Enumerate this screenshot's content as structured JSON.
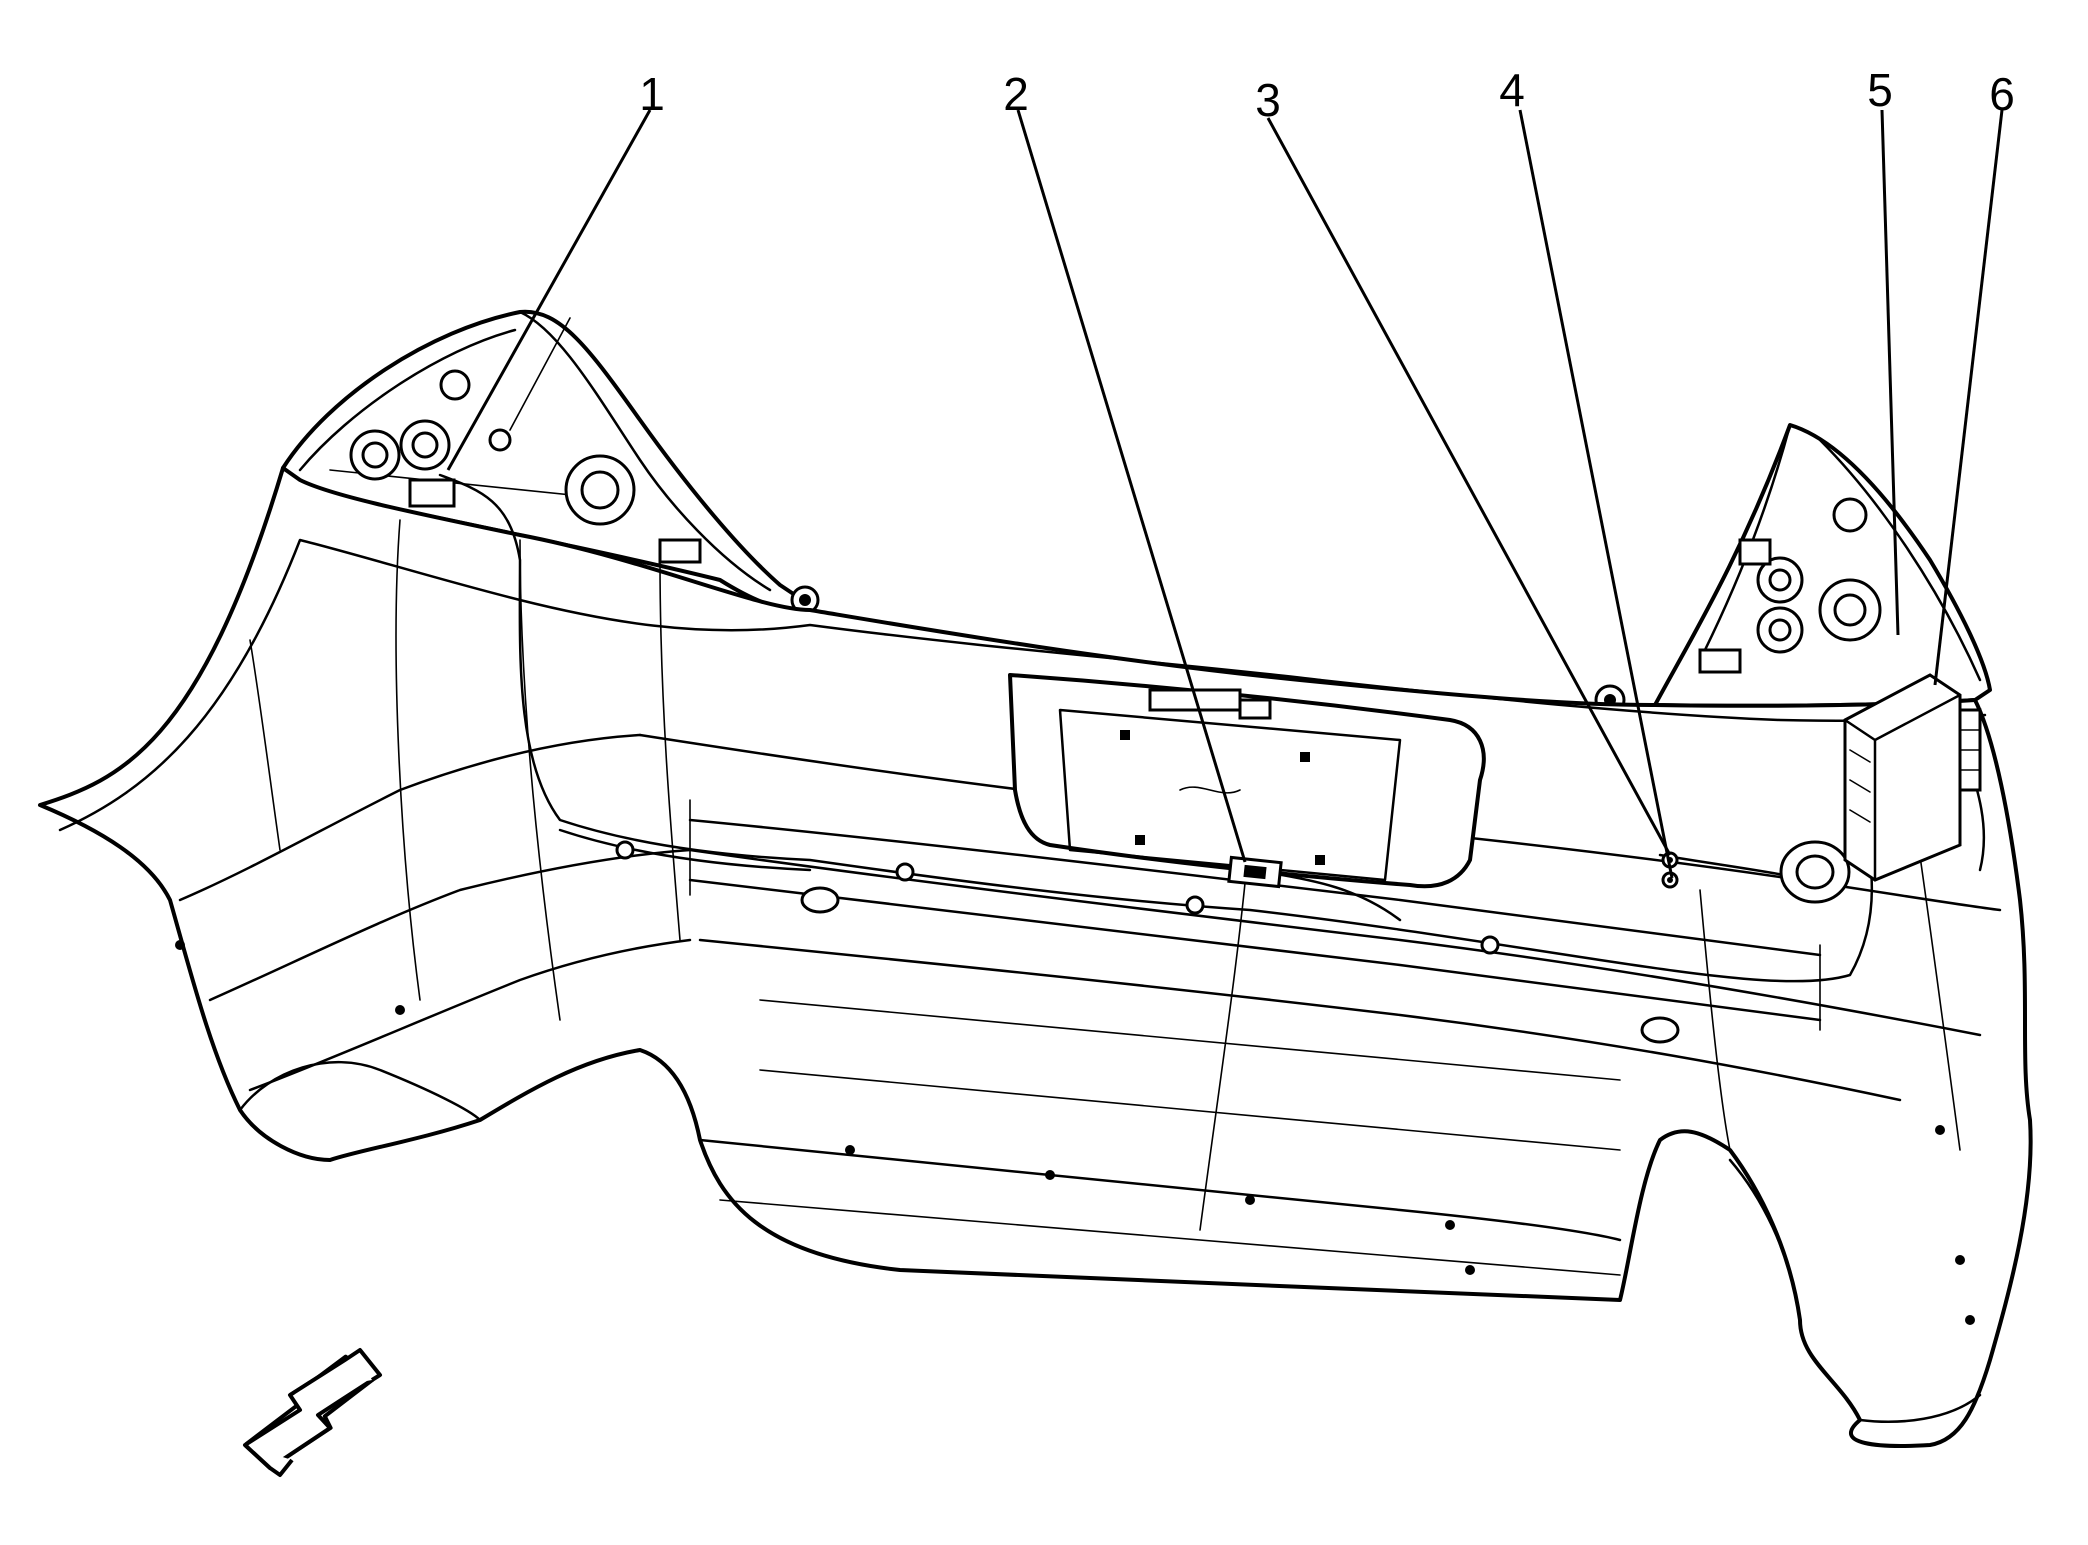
{
  "callouts": [
    {
      "id": "1",
      "label": "1"
    },
    {
      "id": "2",
      "label": "2"
    },
    {
      "id": "3",
      "label": "3"
    },
    {
      "id": "4",
      "label": "4"
    },
    {
      "id": "5",
      "label": "5"
    },
    {
      "id": "6",
      "label": "6"
    }
  ],
  "icons": {
    "front_direction": "front-direction-arrow-icon"
  }
}
